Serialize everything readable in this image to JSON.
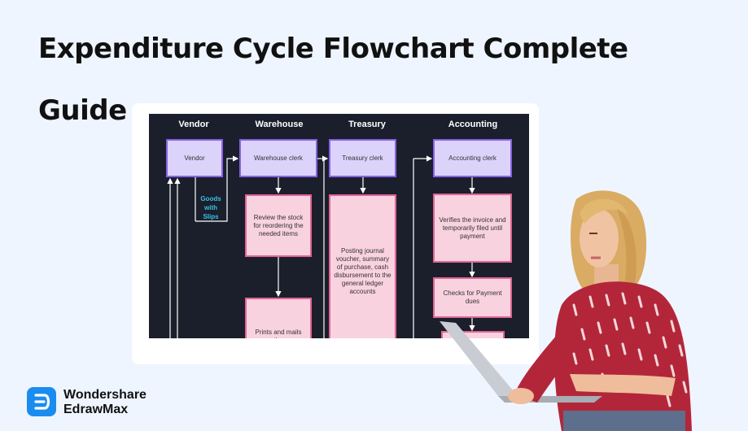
{
  "title": "Expenditure Cycle Flowchart  Complete Guide",
  "brand": {
    "line1": "Wondershare",
    "line2": "EdrawMax"
  },
  "diagram": {
    "lanes": [
      "Vendor",
      "Warehouse",
      "Treasury",
      "Accounting"
    ],
    "boxes": {
      "vendor": "Vendor",
      "warehouse_clerk": "Warehouse clerk",
      "treasury_clerk": "Treasury clerk",
      "accounting_clerk": "Accounting clerk",
      "review_stock": "Review the stock for reordering the needed items",
      "posting_journal": "Posting journal voucher, summary of purchase, cash disbursement to the general ledger accounts",
      "verifies_invoice": "Verifies the invoice and temporarily filed until payment",
      "checks_payment": "Checks for Payment dues",
      "prints_mails": "Prints and mails the"
    },
    "goods_label": "Goods with Slips"
  },
  "colors": {
    "background": "#eef5ff",
    "diagram_bg": "#1a1f2b",
    "purple_fill": "#dcd3fb",
    "purple_border": "#8a62e6",
    "pink_fill": "#f9d2e0",
    "pink_border": "#e06593",
    "goods_text": "#39c1e6",
    "brand_blue": "#1a8cf0"
  }
}
